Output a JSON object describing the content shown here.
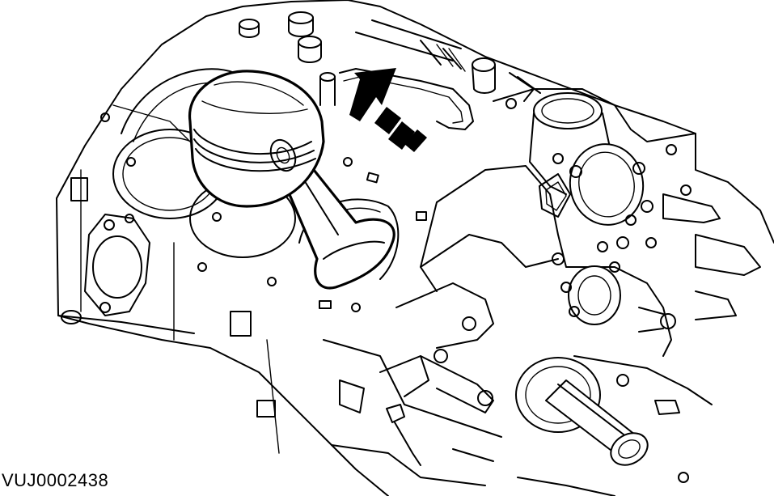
{
  "figure": {
    "code": "VUJ0002438",
    "subject": "piston-and-connecting-rod-installation",
    "arrow_direction": "up-right"
  },
  "colors": {
    "line": "#000000",
    "background": "#ffffff"
  }
}
